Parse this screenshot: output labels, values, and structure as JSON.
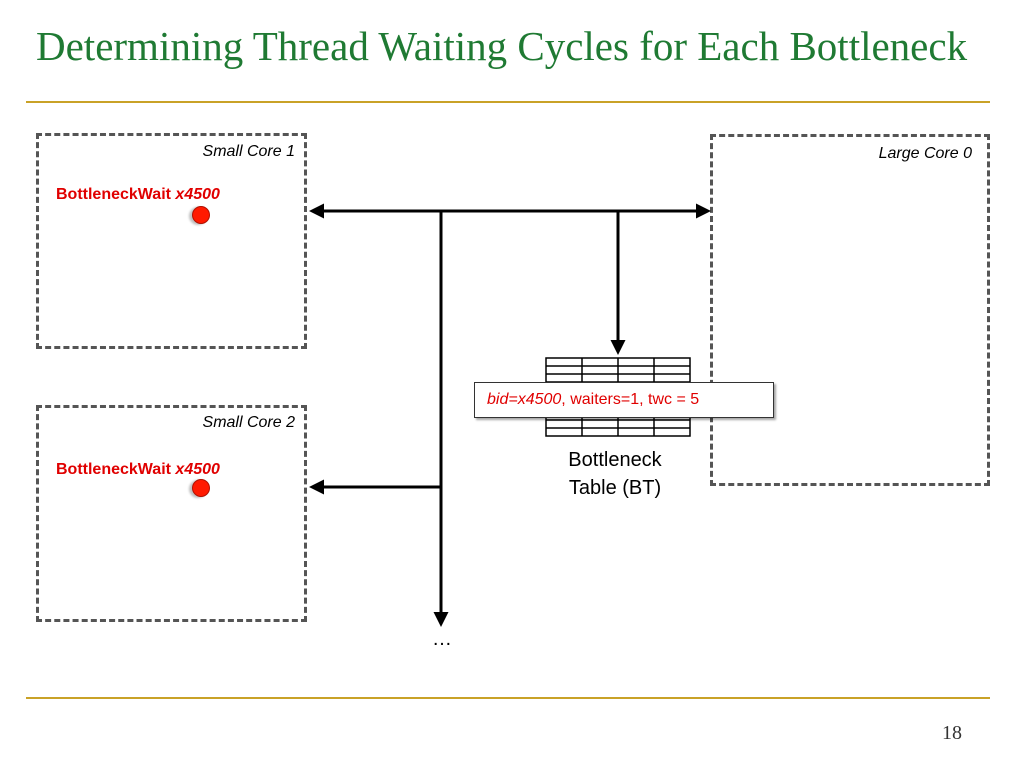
{
  "slide": {
    "title": "Determining Thread Waiting Cycles for Each Bottleneck",
    "page_number": "18"
  },
  "cores": {
    "small_core_1": {
      "label": "Small Core 1",
      "wait_prefix": "BottleneckWait ",
      "wait_addr": "x4500"
    },
    "small_core_2": {
      "label": "Small Core 2",
      "wait_prefix": "BottleneckWait ",
      "wait_addr": "x4500"
    },
    "large_core_0": {
      "label": "Large Core 0"
    }
  },
  "bottleneck_table": {
    "label_line1": "Bottleneck",
    "label_line2": "Table (BT)",
    "entry_bid": "bid=x4500",
    "entry_rest": ", waiters=1, twc = 5"
  },
  "continuation": "…",
  "colors": {
    "title": "#1f7a33",
    "rule": "#c9a227",
    "highlight": "#e00000",
    "thread_dot": "#ff1a00"
  }
}
